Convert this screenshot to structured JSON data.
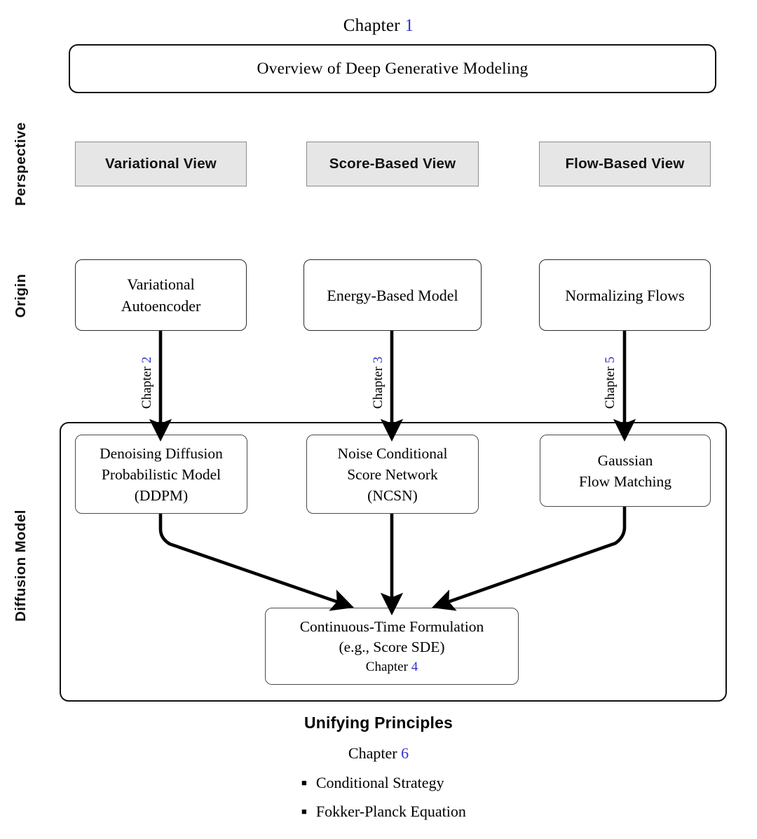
{
  "header": {
    "caption_prefix": "Chapter",
    "caption_number": "1",
    "overview_label": "Overview of Deep Generative Modeling"
  },
  "row_labels": {
    "perspective": "Perspective",
    "origin": "Origin",
    "diffusion": "Diffusion Model"
  },
  "perspective": {
    "items": [
      {
        "label": "Variational View"
      },
      {
        "label": "Score-Based View"
      },
      {
        "label": "Flow-Based View"
      }
    ]
  },
  "origin": {
    "items": [
      {
        "line1": "Variational",
        "line2": "Autoencoder"
      },
      {
        "line1": "Energy-Based Model",
        "line2": ""
      },
      {
        "line1": "Normalizing Flows",
        "line2": ""
      }
    ]
  },
  "edges": {
    "left": {
      "prefix": "Chapter",
      "number": "2"
    },
    "middle": {
      "prefix": "Chapter",
      "number": "3"
    },
    "right": {
      "prefix": "Chapter",
      "number": "5"
    }
  },
  "diffusion": {
    "items": [
      {
        "line1": "Denoising Diffusion",
        "line2": "Probabilistic Model",
        "line3": "(DDPM)"
      },
      {
        "line1": "Noise Conditional",
        "line2": "Score Network",
        "line3": "(NCSN)"
      },
      {
        "line1": "Gaussian",
        "line2": "Flow Matching",
        "line3": ""
      }
    ],
    "continuous": {
      "line1": "Continuous-Time Formulation",
      "line2": "(e.g., Score SDE)",
      "chapter_prefix": "Chapter",
      "chapter_number": "4"
    }
  },
  "footer": {
    "title": "Unifying Principles",
    "chapter_prefix": "Chapter",
    "chapter_number": "6",
    "bullets": [
      {
        "marker": "■",
        "label": "Conditional Strategy"
      },
      {
        "marker": "■",
        "label": "Fokker-Planck Equation"
      }
    ]
  },
  "colors": {
    "chapter_number": "#3333cc",
    "perspective_fill": "#e6e6e6",
    "stroke": "#111111"
  }
}
